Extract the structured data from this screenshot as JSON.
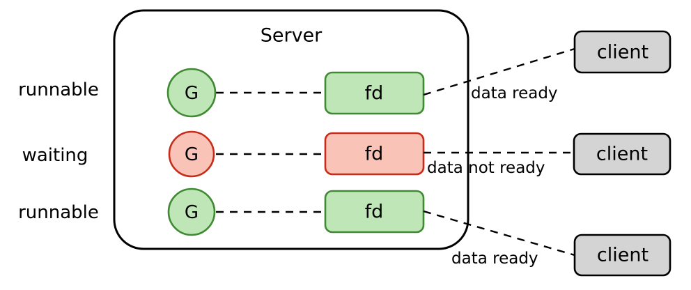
{
  "diagram": {
    "title": "Server",
    "server_container": {
      "label": "Server"
    },
    "state_labels": [
      {
        "id": "state-0",
        "text": "runnable"
      },
      {
        "id": "state-1",
        "text": "waiting"
      },
      {
        "id": "state-2",
        "text": "runnable"
      }
    ],
    "goroutines": [
      {
        "id": "g-0",
        "letter": "G",
        "status": "runnable",
        "fill": "#bfe6b6",
        "stroke": "#3f8a33"
      },
      {
        "id": "g-1",
        "letter": "G",
        "status": "waiting",
        "fill": "#fac3b7",
        "stroke": "#c52c1a"
      },
      {
        "id": "g-2",
        "letter": "G",
        "status": "runnable",
        "fill": "#bfe6b6",
        "stroke": "#3f8a33"
      }
    ],
    "file_descriptors": [
      {
        "id": "fd-0",
        "label": "fd",
        "status": "ready",
        "fill": "#bfe6b6",
        "stroke": "#3f8a33"
      },
      {
        "id": "fd-1",
        "label": "fd",
        "status": "not-ready",
        "fill": "#fac3b7",
        "stroke": "#c52c1a"
      },
      {
        "id": "fd-2",
        "label": "fd",
        "status": "ready",
        "fill": "#bfe6b6",
        "stroke": "#3f8a33"
      }
    ],
    "clients": [
      {
        "id": "client-0",
        "label": "client",
        "fill": "#d4d4d4",
        "stroke": "#000000"
      },
      {
        "id": "client-1",
        "label": "client",
        "fill": "#d4d4d4",
        "stroke": "#000000"
      },
      {
        "id": "client-2",
        "label": "client",
        "fill": "#d4d4d4",
        "stroke": "#000000"
      }
    ],
    "edge_labels": [
      {
        "id": "edge-label-0",
        "text": "data ready"
      },
      {
        "id": "edge-label-1",
        "text": "data not ready"
      },
      {
        "id": "edge-label-2",
        "text": "data ready"
      }
    ]
  },
  "colors": {
    "green_fill": "#bfe6b6",
    "green_stroke": "#3f8a33",
    "red_fill": "#fac3b7",
    "red_stroke": "#c52c1a",
    "client_fill": "#d4d4d4",
    "outline": "#000000",
    "background": "#ffffff"
  }
}
